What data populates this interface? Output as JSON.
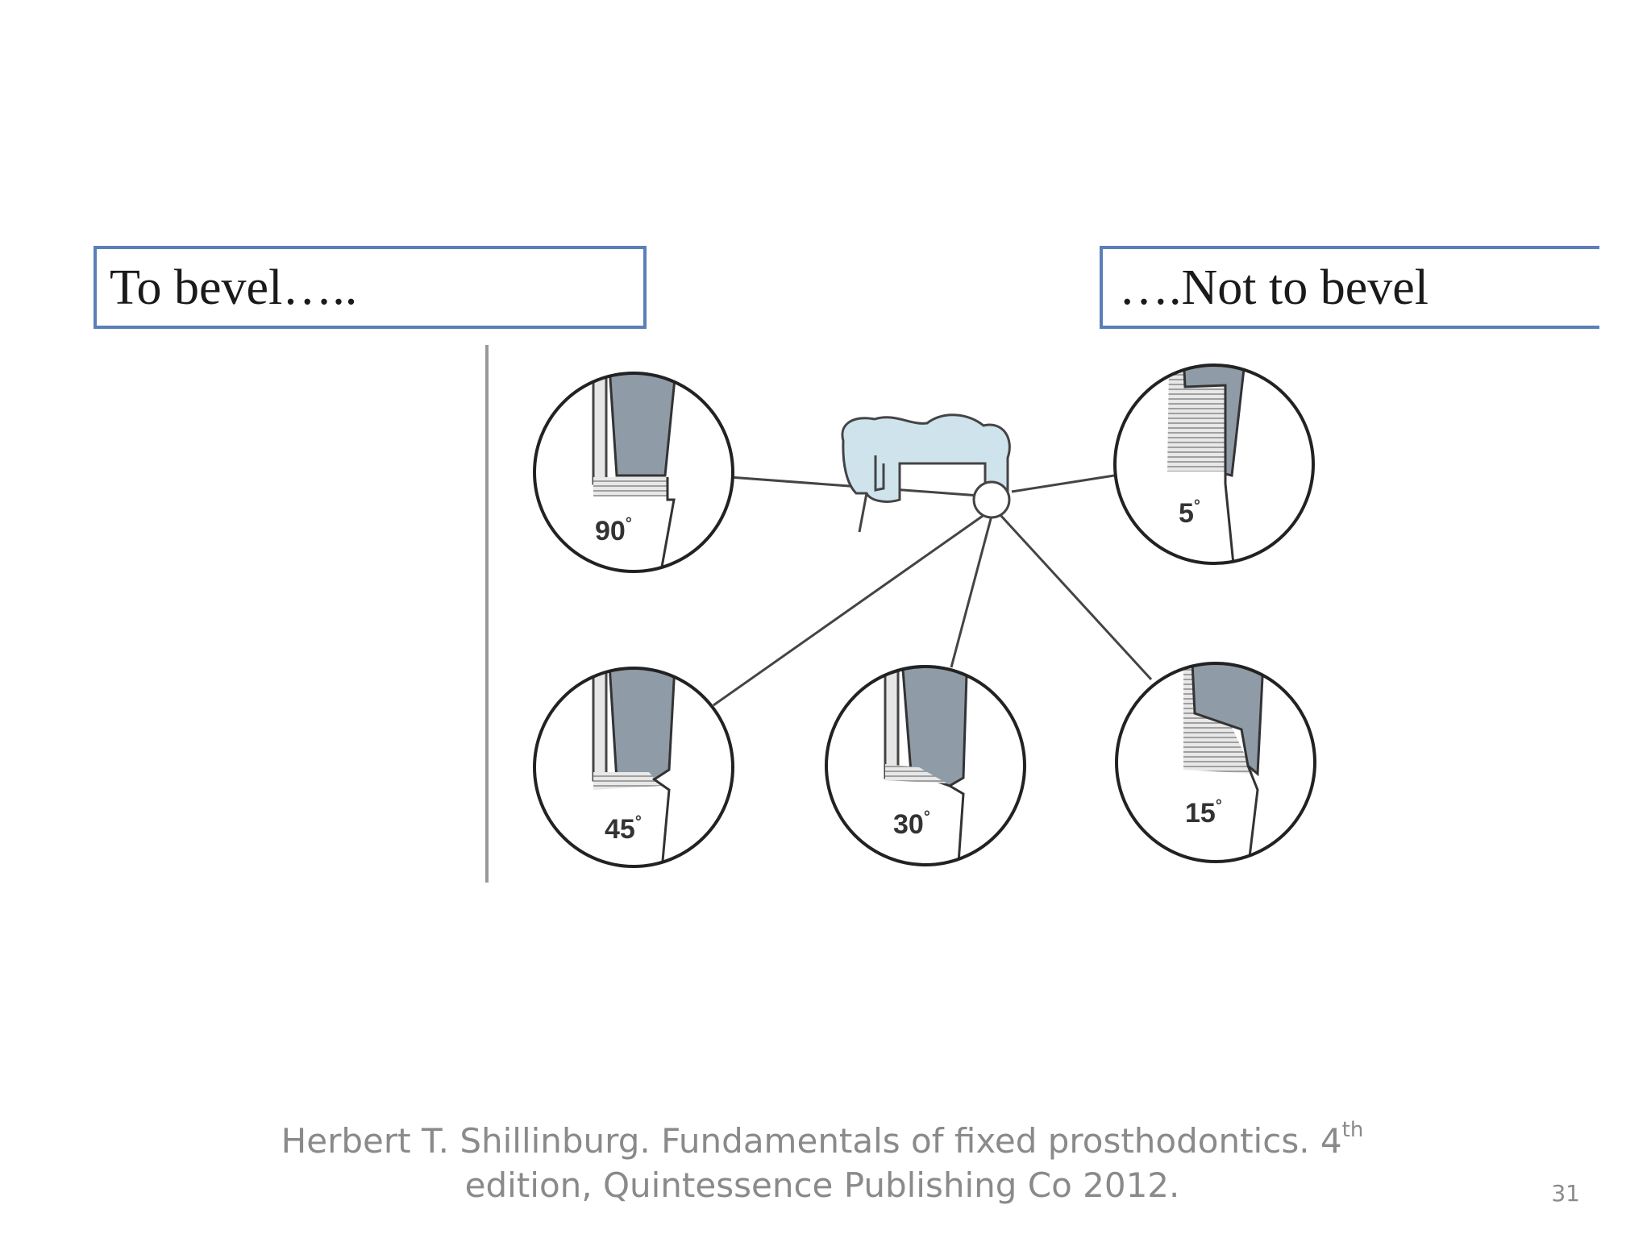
{
  "labels": {
    "left": "To bevel…..",
    "right": "….Not to bevel"
  },
  "figure": {
    "angles": {
      "a90": "90",
      "a5": "5",
      "a45": "45",
      "a30": "30",
      "a15": "15"
    },
    "degree_symbol": "°"
  },
  "citation": {
    "line1": "Herbert T. Shillinburg. Fundamentals of fixed prosthodontics. 4",
    "superscript": "th",
    "line2": "edition, Quintessence Publishing Co 2012."
  },
  "slide_number": "31",
  "colors": {
    "box_border": "#5b7fb8",
    "tooth_fill": "#cfe3ec",
    "metal_fill": "#8f9ba6",
    "citation_text": "#8a8a8a"
  }
}
